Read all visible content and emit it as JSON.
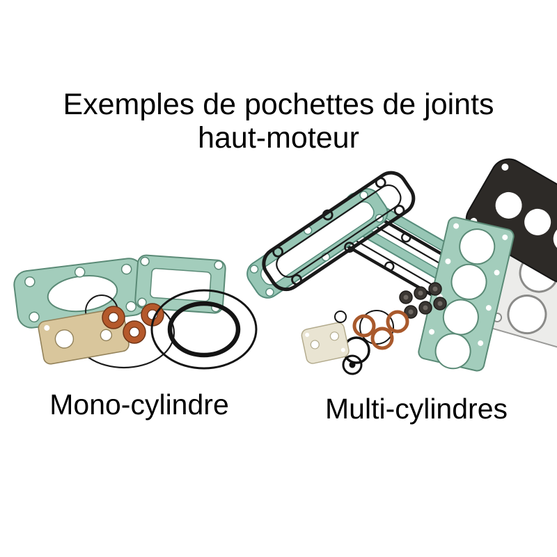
{
  "title": {
    "line1": "Exemples de pochettes de joints",
    "line2": "haut-moteur"
  },
  "captions": {
    "mono": "Mono-cylindre",
    "multi": "Multi-cylindres"
  },
  "colors": {
    "background": "#ffffff",
    "text": "#000000",
    "gasket_teal": "#97c6b5",
    "gasket_green": "#a3cdbc",
    "gasket_paper": "#d9c69c",
    "copper": "#b5592b",
    "outline_black": "#1a1a1a",
    "metal_gray": "#ececea",
    "dark_gasket": "#2d2a27"
  }
}
